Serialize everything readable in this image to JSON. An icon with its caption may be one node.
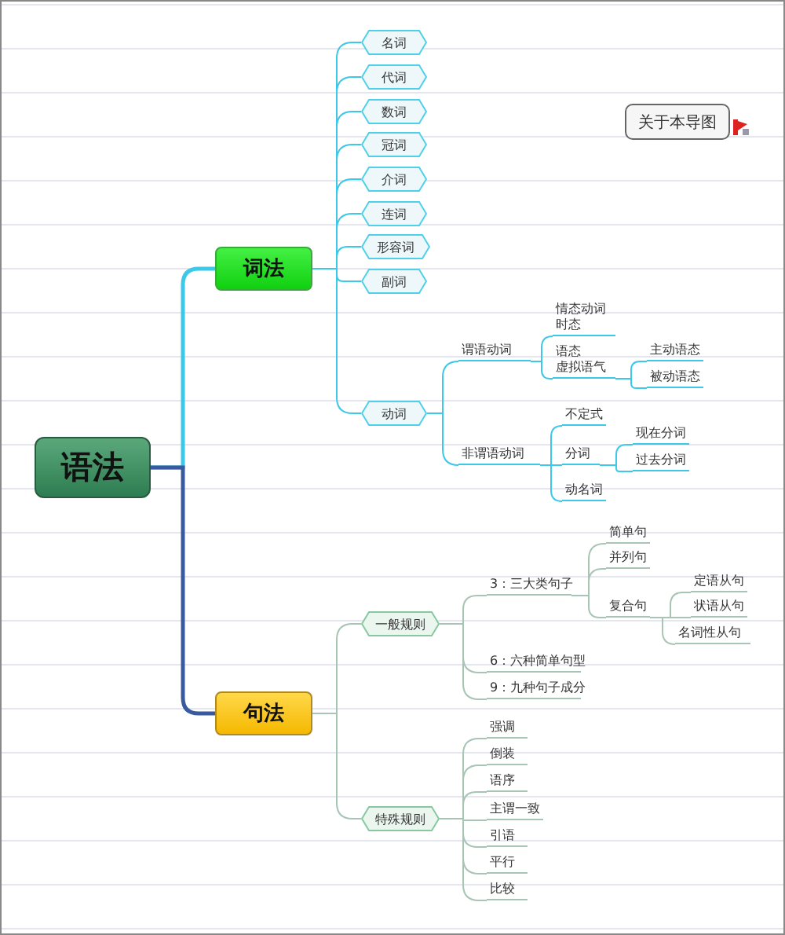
{
  "diagram": {
    "nodes": [
      {
        "text": [
          "语法"
        ]
      },
      {
        "text": [
          "词法"
        ]
      },
      {
        "text": [
          "名词"
        ]
      },
      {
        "text": [
          "代词"
        ]
      },
      {
        "text": [
          "数词"
        ]
      },
      {
        "text": [
          "冠词"
        ]
      },
      {
        "text": [
          "介词"
        ]
      },
      {
        "text": [
          "连词"
        ]
      },
      {
        "text": [
          "形容词"
        ]
      },
      {
        "text": [
          "副词"
        ]
      },
      {
        "text": [
          "动词"
        ]
      },
      {
        "text": [
          "谓语动词"
        ]
      },
      {
        "text": [
          "情态动词",
          "时态"
        ]
      },
      {
        "text": [
          "语态",
          "虚拟语气"
        ]
      },
      {
        "text": [
          "主动语态"
        ]
      },
      {
        "text": [
          "被动语态"
        ]
      },
      {
        "text": [
          "非谓语动词"
        ]
      },
      {
        "text": [
          "不定式"
        ]
      },
      {
        "text": [
          "分词"
        ]
      },
      {
        "text": [
          "现在分词"
        ]
      },
      {
        "text": [
          "过去分词"
        ]
      },
      {
        "text": [
          "动名词"
        ]
      },
      {
        "text": [
          "句法"
        ]
      },
      {
        "text": [
          "一般规则"
        ]
      },
      {
        "text": [
          "3：三大类句子"
        ]
      },
      {
        "text": [
          "简单句"
        ]
      },
      {
        "text": [
          "并列句"
        ]
      },
      {
        "text": [
          "复合句"
        ]
      },
      {
        "text": [
          "定语从句"
        ]
      },
      {
        "text": [
          "状语从句"
        ]
      },
      {
        "text": [
          "名词性从句"
        ]
      },
      {
        "text": [
          "6：六种简单句型"
        ]
      },
      {
        "text": [
          "9：九种句子成分"
        ]
      },
      {
        "text": [
          "特殊规则"
        ]
      },
      {
        "text": [
          "强调"
        ]
      },
      {
        "text": [
          "倒装"
        ]
      },
      {
        "text": [
          "语序"
        ]
      },
      {
        "text": [
          "主谓一致"
        ]
      },
      {
        "text": [
          "引语"
        ]
      },
      {
        "text": [
          "平行"
        ]
      },
      {
        "text": [
          "比较"
        ]
      },
      {
        "text": [
          "关于本导图"
        ]
      }
    ],
    "edges": [
      {
        "from": 0,
        "to": 1,
        "arrow": "none",
        "style": "thick"
      },
      {
        "from": 1,
        "to": 2,
        "arrow": "none"
      },
      {
        "from": 1,
        "to": 3,
        "arrow": "none"
      },
      {
        "from": 1,
        "to": 4,
        "arrow": "none"
      },
      {
        "from": 1,
        "to": 5,
        "arrow": "none"
      },
      {
        "from": 1,
        "to": 6,
        "arrow": "none"
      },
      {
        "from": 1,
        "to": 7,
        "arrow": "none"
      },
      {
        "from": 1,
        "to": 8,
        "arrow": "none"
      },
      {
        "from": 1,
        "to": 9,
        "arrow": "none"
      },
      {
        "from": 1,
        "to": 10,
        "arrow": "none"
      },
      {
        "from": 10,
        "to": 11,
        "arrow": "none"
      },
      {
        "from": 11,
        "to": 12,
        "arrow": "none"
      },
      {
        "from": 11,
        "to": 13,
        "arrow": "none"
      },
      {
        "from": 13,
        "to": 14,
        "arrow": "none"
      },
      {
        "from": 13,
        "to": 15,
        "arrow": "none"
      },
      {
        "from": 10,
        "to": 16,
        "arrow": "none"
      },
      {
        "from": 16,
        "to": 17,
        "arrow": "none"
      },
      {
        "from": 16,
        "to": 18,
        "arrow": "none"
      },
      {
        "from": 18,
        "to": 19,
        "arrow": "none"
      },
      {
        "from": 18,
        "to": 20,
        "arrow": "none"
      },
      {
        "from": 16,
        "to": 21,
        "arrow": "none"
      },
      {
        "from": 0,
        "to": 22,
        "arrow": "none",
        "style": "thick",
        "color": "#3a5aa0"
      },
      {
        "from": 22,
        "to": 23,
        "arrow": "none",
        "color": "#a8c4b4"
      },
      {
        "from": 23,
        "to": 24,
        "arrow": "none",
        "color": "#a8c4b4"
      },
      {
        "from": 24,
        "to": 25,
        "arrow": "none",
        "color": "#a8c4b4"
      },
      {
        "from": 24,
        "to": 26,
        "arrow": "none",
        "color": "#a8c4b4"
      },
      {
        "from": 24,
        "to": 27,
        "arrow": "none",
        "color": "#a8c4b4"
      },
      {
        "from": 27,
        "to": 28,
        "arrow": "none",
        "color": "#a8c4b4"
      },
      {
        "from": 27,
        "to": 29,
        "arrow": "none",
        "color": "#a8c4b4"
      },
      {
        "from": 27,
        "to": 30,
        "arrow": "none",
        "color": "#a8c4b4"
      },
      {
        "from": 23,
        "to": 31,
        "arrow": "none",
        "color": "#a8c4b4"
      },
      {
        "from": 23,
        "to": 32,
        "arrow": "none",
        "color": "#a8c4b4"
      },
      {
        "from": 22,
        "to": 33,
        "arrow": "none",
        "color": "#a8c4b4"
      },
      {
        "from": 33,
        "to": 34,
        "arrow": "none",
        "color": "#a8c4b4"
      },
      {
        "from": 33,
        "to": 35,
        "arrow": "none",
        "color": "#a8c4b4"
      },
      {
        "from": 33,
        "to": 36,
        "arrow": "none",
        "color": "#a8c4b4"
      },
      {
        "from": 33,
        "to": 37,
        "arrow": "none",
        "color": "#a8c4b4"
      },
      {
        "from": 33,
        "to": 38,
        "arrow": "none",
        "color": "#a8c4b4"
      },
      {
        "from": 33,
        "to": 39,
        "arrow": "none",
        "color": "#a8c4b4"
      },
      {
        "from": 33,
        "to": 40,
        "arrow": "none",
        "color": "#a8c4b4"
      }
    ]
  }
}
